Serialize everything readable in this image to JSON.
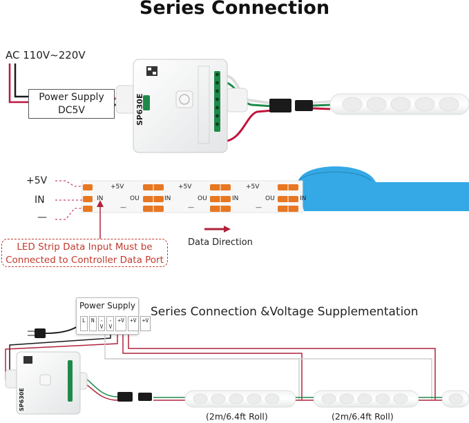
{
  "title": "Series Connection",
  "section1": {
    "ac_label": "AC 110V~220V",
    "power_supply_line1": "Power Supply",
    "power_supply_line2": "DC5V",
    "controller_model": "SP630E"
  },
  "section2": {
    "pin_plus": "+5V",
    "pin_in": "IN",
    "pin_minus": "—",
    "strip_plus": "+5V",
    "strip_in": "IN",
    "strip_out": "OU",
    "strip_minus": "—",
    "note_line1": "LED Strip Data Input Must be",
    "note_line2": "Connected to Controller Data Port",
    "data_direction": "Data Direction"
  },
  "section3": {
    "subtitle": "Series Connection &Voltage Supplementation",
    "power_supply": "Power Supply",
    "terminals": [
      "L",
      "N",
      "-V",
      "-V",
      "+V",
      "+V",
      "+V"
    ],
    "controller_model": "SP630E",
    "roll_1": "(2m/6.4ft Roll)",
    "roll_2": "(2m/6.4ft Roll)"
  },
  "colors": {
    "wire_red": "#c0143c",
    "wire_black": "#1a1a1a",
    "wire_green": "#1e8a4a",
    "accent_orange": "#e87722",
    "tape_blue": "#34a9e6",
    "note_red": "#c0392b",
    "arrow_red": "#b0223c"
  }
}
